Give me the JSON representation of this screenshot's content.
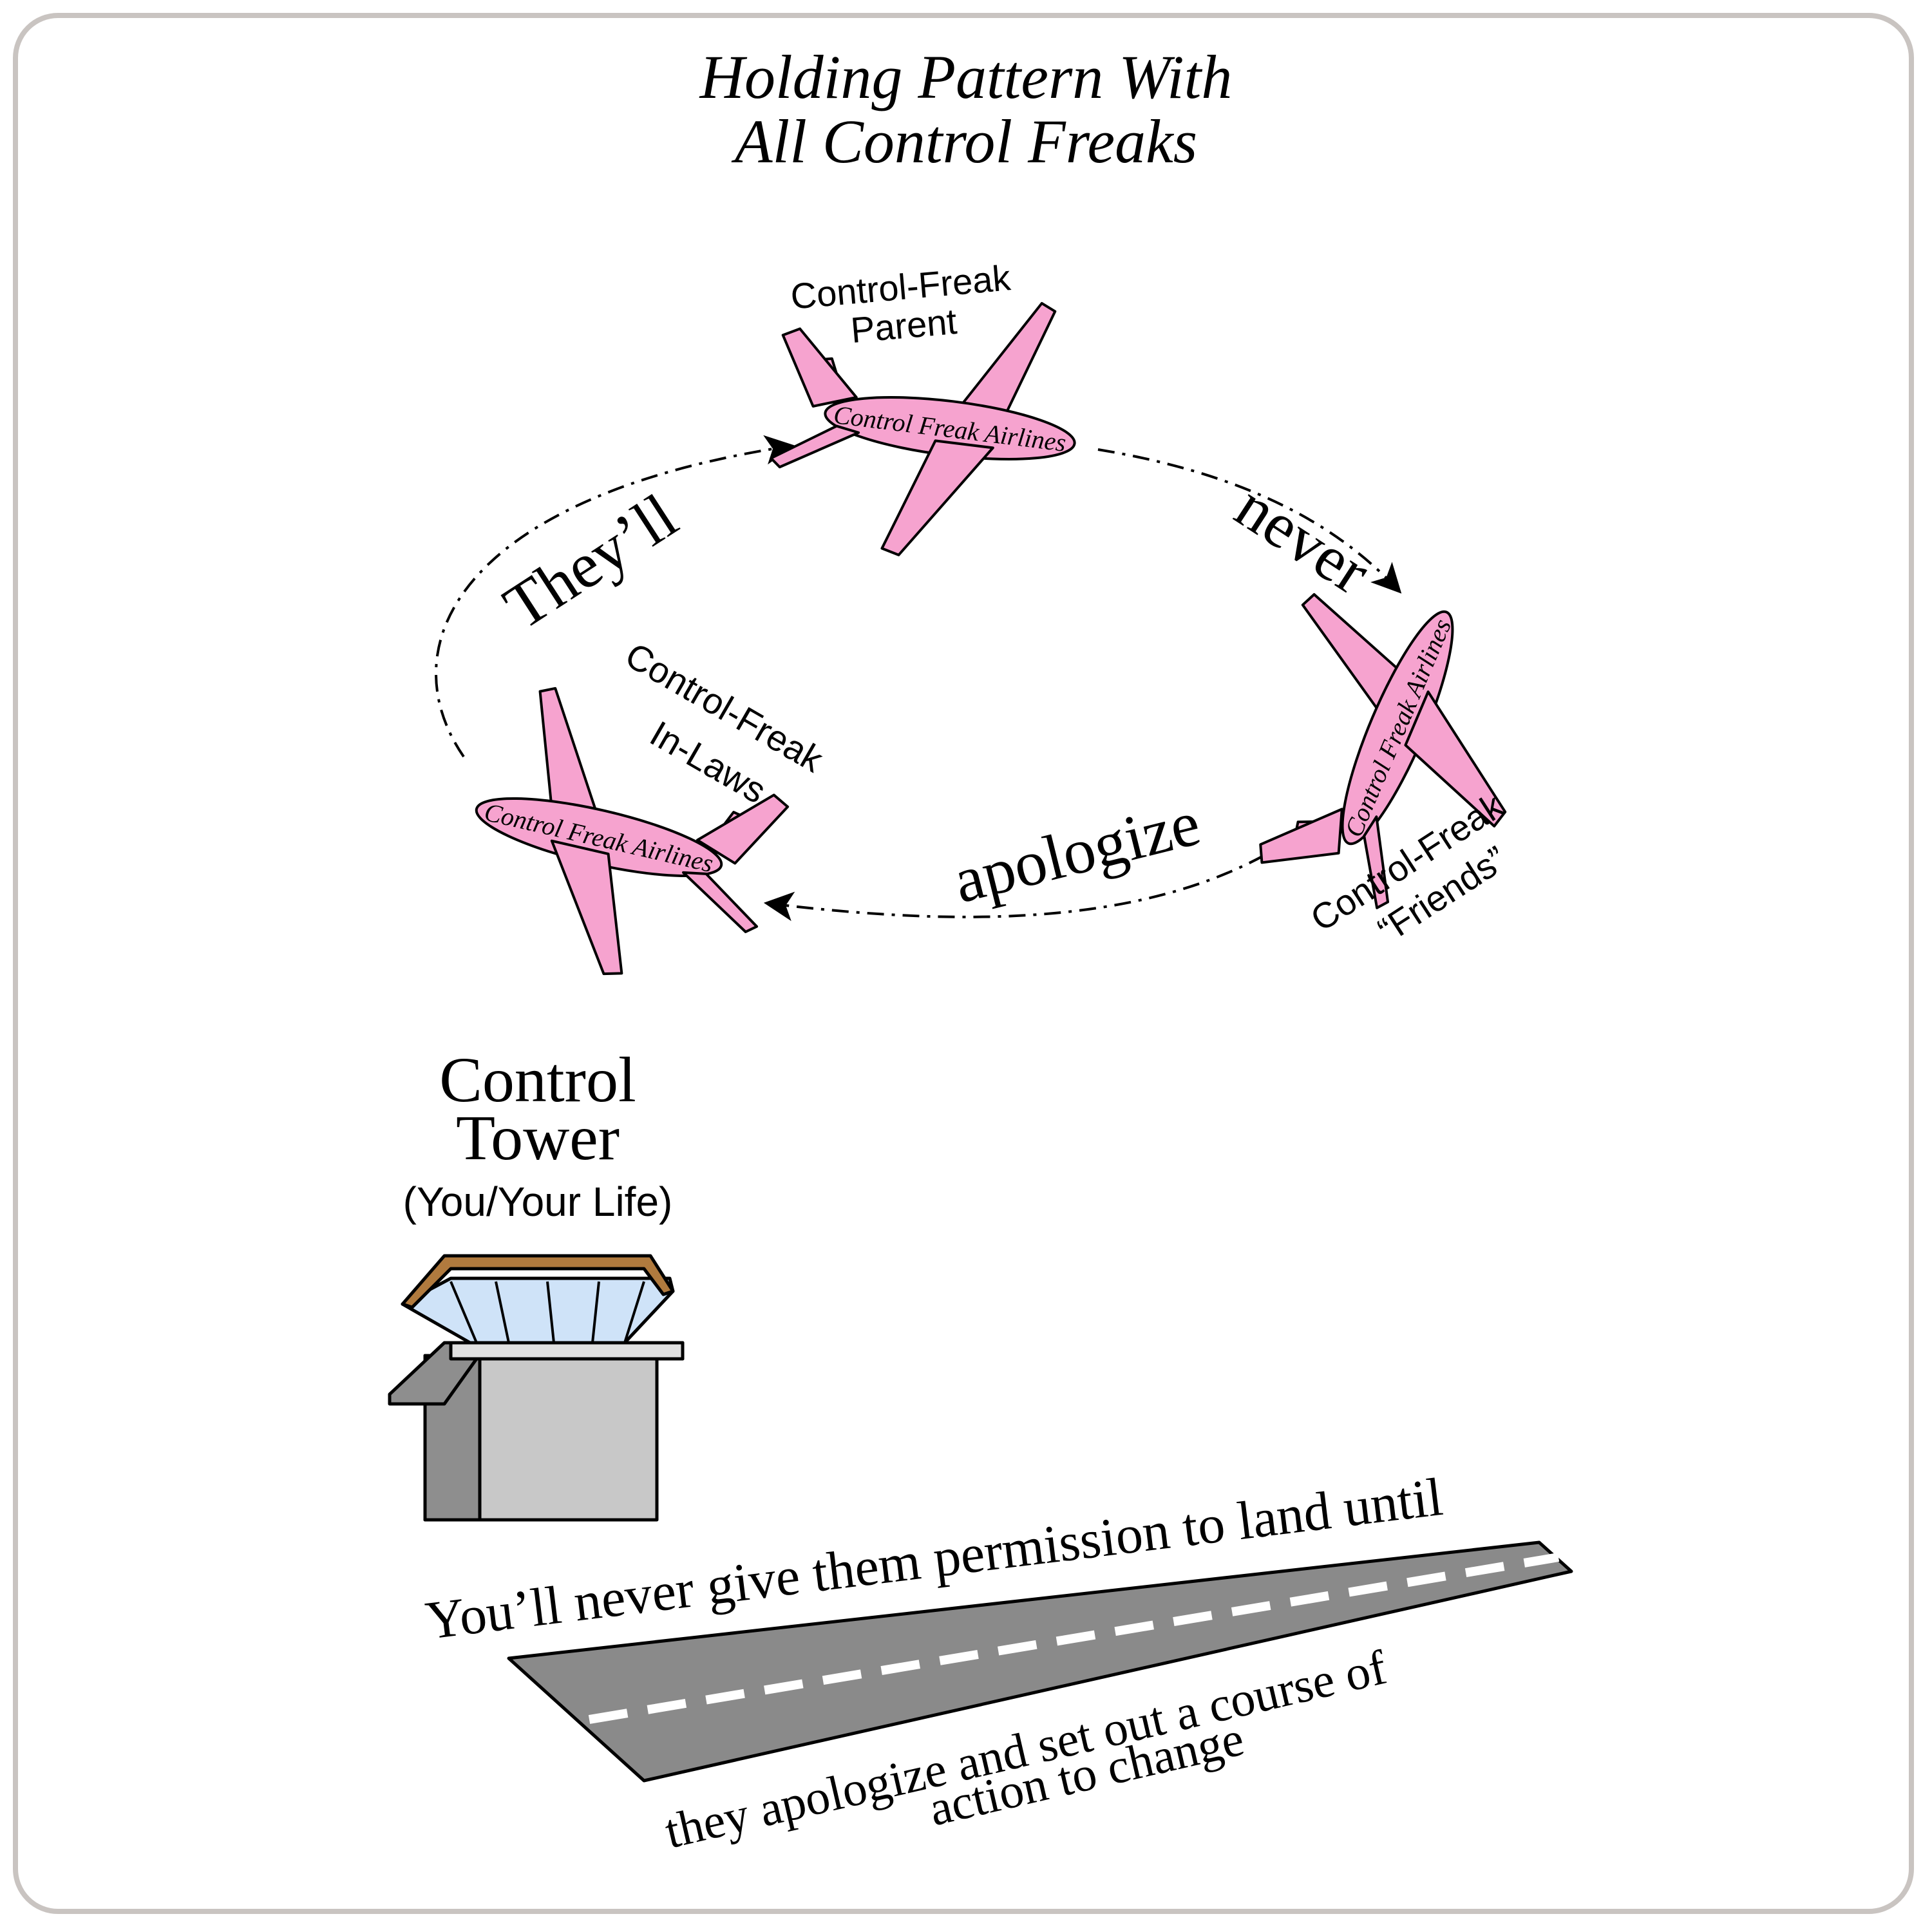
{
  "title": {
    "line1": "Holding Pattern With",
    "line2": "All Control Freaks"
  },
  "planes": [
    {
      "label_line1": "Control-Freak",
      "label_line2": "Parent",
      "livery": "Control Freak Airlines"
    },
    {
      "label_line1": "Control-Freak",
      "label_line2": "“Friends”",
      "livery": "Control Freak Airlines"
    },
    {
      "label_line1": "Control-Freak",
      "label_line2": "In-Laws",
      "livery": "Control Freak Airlines"
    }
  ],
  "pattern_words": {
    "w1": "They’ll",
    "w2": "never",
    "w3": "apologize"
  },
  "tower": {
    "line1": "Control",
    "line2": "Tower",
    "line3": "(You/Your Life)"
  },
  "runway": {
    "top_text": "You’ll never give them permission to land until",
    "bottom_line1": "they apologize and set out a course of",
    "bottom_line2": "action to change"
  },
  "colors": {
    "plane_fill": "#f6a3cf",
    "outline": "#000000",
    "runway": "#8a8a8a",
    "tower_glass": "#cfe3f8",
    "tower_roof": "#b07a3e",
    "tower_body": "#c8c8c8",
    "frame": "#c9c4c1"
  },
  "icons": [
    "airplane-icon",
    "control-tower-icon",
    "runway-icon",
    "arrowhead-icon"
  ]
}
